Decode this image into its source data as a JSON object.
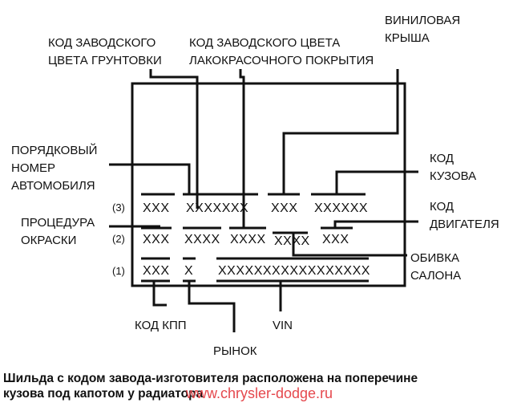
{
  "labels": {
    "primer_code": [
      "КОД ЗАВОДСКОГО",
      "ЦВЕТА ГРУНТОВКИ"
    ],
    "paint_code": [
      "КОД ЗАВОДСКОГО ЦВЕТА",
      "ЛАКОКРАСОЧНОГО ПОКРЫТИЯ"
    ],
    "vinyl_roof": [
      "ВИНИЛОВАЯ",
      "КРЫША"
    ],
    "seq_number": [
      "ПОРЯДКОВЫЙ",
      "НОМЕР",
      "АВТОМОБИЛЯ"
    ],
    "body_code": [
      "КОД",
      "КУЗОВА"
    ],
    "paint_procedure": [
      "ПРОЦЕДУРА",
      "ОКРАСКИ"
    ],
    "engine_code": [
      "КОД",
      "ДВИГАТЕЛЯ"
    ],
    "upholstery": [
      "ОБИВКА",
      "САЛОНА"
    ],
    "gearbox_code": "КОД КПП",
    "vin": "VIN",
    "market": "РЫНОК"
  },
  "rows": {
    "row3": {
      "num": "(3)",
      "codes": [
        "XXX",
        "XXXXXXX",
        "XXX",
        "XXXXXX"
      ]
    },
    "row2": {
      "num": "(2)",
      "codes": [
        "XXX",
        "XXXX",
        "XXXX",
        "XXXX",
        "XXX"
      ]
    },
    "row1": {
      "num": "(1)",
      "codes": [
        "XXX",
        "X",
        "XXXXXXXXXXXXXXXXX"
      ]
    }
  },
  "caption": {
    "line1": "Шильда с кодом завода-изготовителя расположена на поперечине",
    "line2": "кузова под капотом у радиатора"
  },
  "watermark": "www.chrysler-dodge.ru",
  "colors": {
    "ink": "#111111",
    "watermark": "#e5484d"
  }
}
